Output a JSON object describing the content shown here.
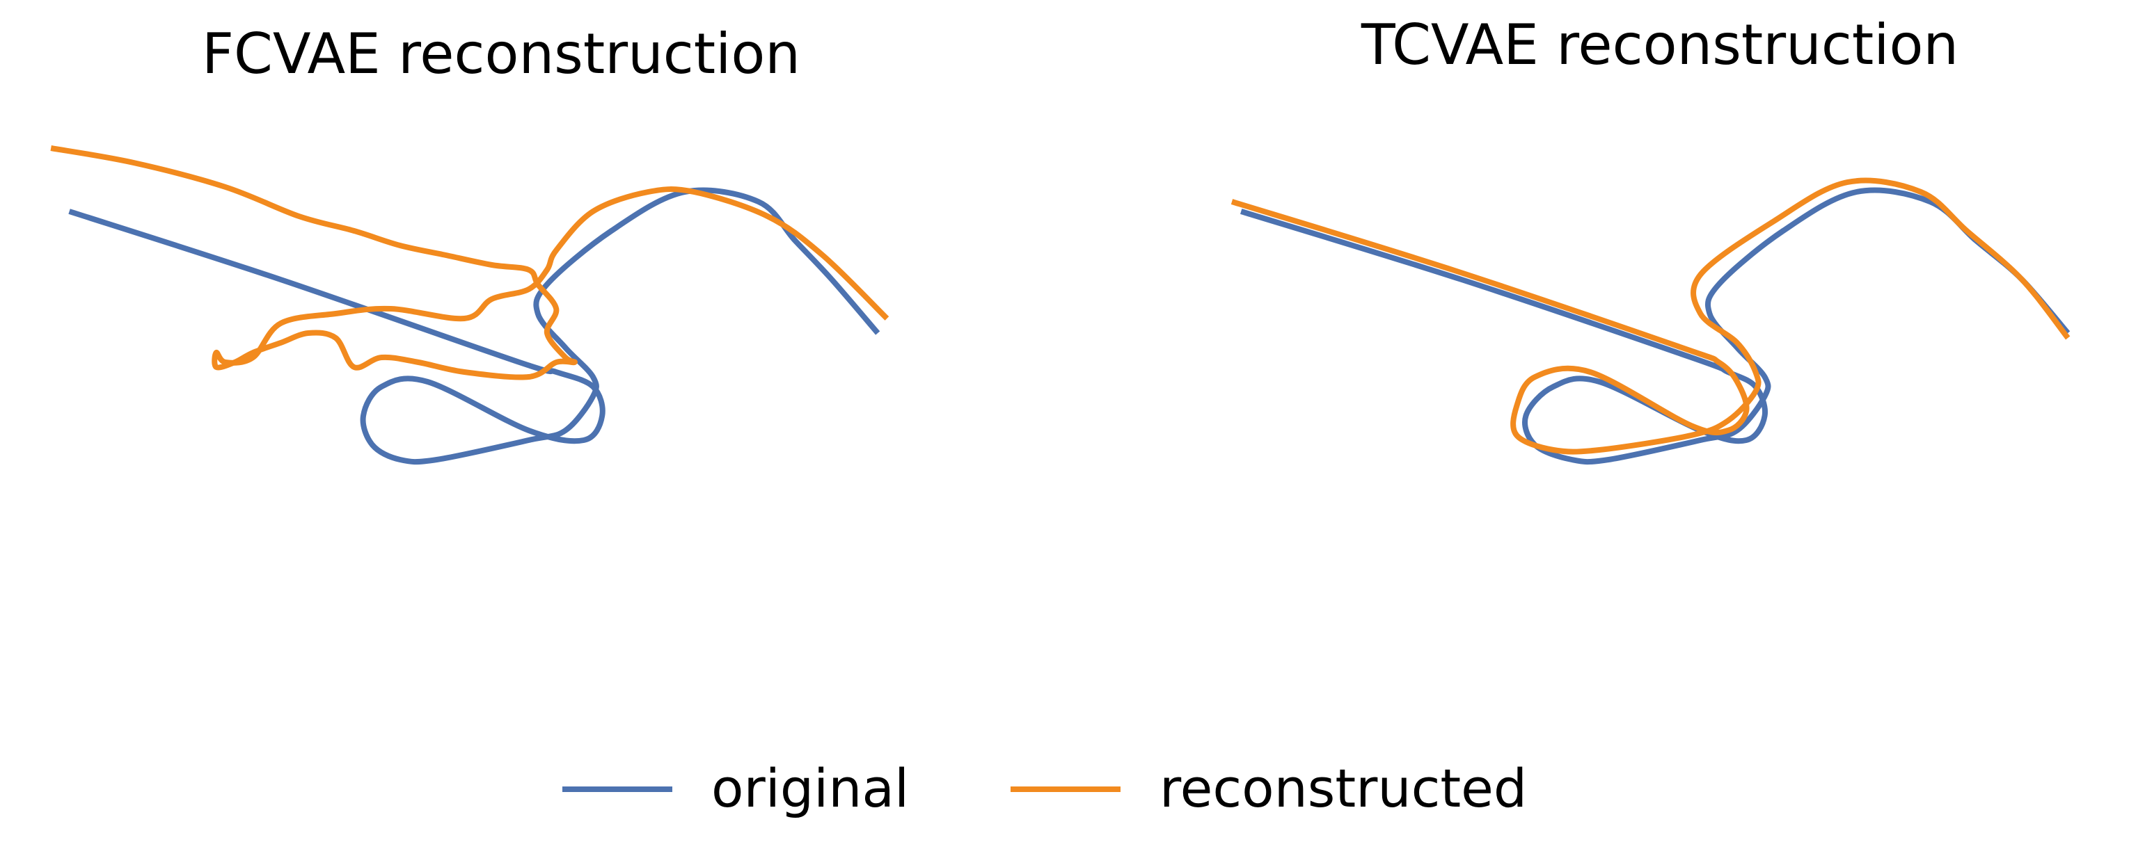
{
  "colors": {
    "original": "#4c72b0",
    "reconstructed": "#f28a1e"
  },
  "legend": {
    "placement": "bottom-center",
    "entries": [
      {
        "key": "original",
        "label": "original"
      },
      {
        "key": "reconstructed",
        "label": "reconstructed"
      }
    ]
  },
  "chart_data": [
    {
      "type": "line",
      "title": "FCVAE reconstruction",
      "xlabel": "",
      "ylabel": "",
      "axes_visible": false,
      "grid": false,
      "xlim": [
        0,
        1
      ],
      "ylim": [
        0,
        1
      ],
      "series": [
        {
          "name": "original",
          "color_key": "original",
          "points": [
            [
              0.03,
              0.78
            ],
            [
              0.26,
              0.64
            ],
            [
              0.52,
              0.47
            ],
            [
              0.56,
              0.45
            ],
            [
              0.6,
              0.42
            ],
            [
              0.61,
              0.36
            ],
            [
              0.59,
              0.31
            ],
            [
              0.53,
              0.33
            ],
            [
              0.42,
              0.43
            ],
            [
              0.37,
              0.42
            ],
            [
              0.35,
              0.36
            ],
            [
              0.36,
              0.3
            ],
            [
              0.39,
              0.27
            ],
            [
              0.43,
              0.27
            ],
            [
              0.53,
              0.31
            ],
            [
              0.57,
              0.33
            ],
            [
              0.6,
              0.4
            ],
            [
              0.6,
              0.44
            ],
            [
              0.57,
              0.5
            ],
            [
              0.54,
              0.57
            ],
            [
              0.55,
              0.63
            ],
            [
              0.62,
              0.74
            ],
            [
              0.7,
              0.82
            ],
            [
              0.78,
              0.8
            ],
            [
              0.82,
              0.72
            ],
            [
              0.86,
              0.64
            ],
            [
              0.91,
              0.53
            ]
          ]
        },
        {
          "name": "reconstructed",
          "color_key": "reconstructed",
          "points": [
            [
              0.01,
              0.91
            ],
            [
              0.1,
              0.88
            ],
            [
              0.2,
              0.83
            ],
            [
              0.28,
              0.77
            ],
            [
              0.34,
              0.74
            ],
            [
              0.39,
              0.71
            ],
            [
              0.44,
              0.69
            ],
            [
              0.49,
              0.67
            ],
            [
              0.53,
              0.66
            ],
            [
              0.54,
              0.63
            ],
            [
              0.56,
              0.58
            ],
            [
              0.55,
              0.53
            ],
            [
              0.57,
              0.48
            ],
            [
              0.58,
              0.47
            ],
            [
              0.56,
              0.47
            ],
            [
              0.53,
              0.44
            ],
            [
              0.46,
              0.45
            ],
            [
              0.41,
              0.47
            ],
            [
              0.37,
              0.48
            ],
            [
              0.34,
              0.46
            ],
            [
              0.32,
              0.52
            ],
            [
              0.29,
              0.53
            ],
            [
              0.26,
              0.51
            ],
            [
              0.23,
              0.49
            ],
            [
              0.21,
              0.47
            ],
            [
              0.19,
              0.46
            ],
            [
              0.19,
              0.49
            ],
            [
              0.2,
              0.47
            ],
            [
              0.23,
              0.48
            ],
            [
              0.26,
              0.55
            ],
            [
              0.32,
              0.57
            ],
            [
              0.38,
              0.58
            ],
            [
              0.46,
              0.56
            ],
            [
              0.49,
              0.6
            ],
            [
              0.53,
              0.62
            ],
            [
              0.55,
              0.66
            ],
            [
              0.56,
              0.7
            ],
            [
              0.6,
              0.78
            ],
            [
              0.66,
              0.82
            ],
            [
              0.71,
              0.82
            ],
            [
              0.79,
              0.77
            ],
            [
              0.85,
              0.69
            ],
            [
              0.92,
              0.56
            ]
          ]
        }
      ]
    },
    {
      "type": "line",
      "title": "TCVAE reconstruction",
      "xlabel": "",
      "ylabel": "",
      "axes_visible": false,
      "grid": false,
      "xlim": [
        0,
        1
      ],
      "ylim": [
        0,
        1
      ],
      "series": [
        {
          "name": "original",
          "color_key": "original",
          "points": [
            [
              0.01,
              0.78
            ],
            [
              0.25,
              0.64
            ],
            [
              0.5,
              0.48
            ],
            [
              0.54,
              0.45
            ],
            [
              0.57,
              0.42
            ],
            [
              0.58,
              0.36
            ],
            [
              0.56,
              0.31
            ],
            [
              0.51,
              0.33
            ],
            [
              0.4,
              0.43
            ],
            [
              0.35,
              0.42
            ],
            [
              0.32,
              0.36
            ],
            [
              0.33,
              0.3
            ],
            [
              0.37,
              0.27
            ],
            [
              0.41,
              0.27
            ],
            [
              0.51,
              0.31
            ],
            [
              0.55,
              0.33
            ],
            [
              0.58,
              0.4
            ],
            [
              0.58,
              0.44
            ],
            [
              0.55,
              0.5
            ],
            [
              0.52,
              0.57
            ],
            [
              0.53,
              0.63
            ],
            [
              0.6,
              0.74
            ],
            [
              0.68,
              0.82
            ],
            [
              0.76,
              0.8
            ],
            [
              0.81,
              0.72
            ],
            [
              0.86,
              0.64
            ],
            [
              0.91,
              0.53
            ]
          ]
        },
        {
          "name": "reconstructed",
          "color_key": "reconstructed",
          "points": [
            [
              0.0,
              0.8
            ],
            [
              0.24,
              0.66
            ],
            [
              0.49,
              0.5
            ],
            [
              0.53,
              0.47
            ],
            [
              0.55,
              0.43
            ],
            [
              0.56,
              0.37
            ],
            [
              0.54,
              0.33
            ],
            [
              0.5,
              0.34
            ],
            [
              0.39,
              0.45
            ],
            [
              0.33,
              0.44
            ],
            [
              0.31,
              0.38
            ],
            [
              0.31,
              0.32
            ],
            [
              0.35,
              0.29
            ],
            [
              0.4,
              0.29
            ],
            [
              0.5,
              0.32
            ],
            [
              0.54,
              0.35
            ],
            [
              0.57,
              0.41
            ],
            [
              0.57,
              0.45
            ],
            [
              0.55,
              0.51
            ],
            [
              0.51,
              0.57
            ],
            [
              0.51,
              0.65
            ],
            [
              0.59,
              0.76
            ],
            [
              0.67,
              0.84
            ],
            [
              0.75,
              0.82
            ],
            [
              0.8,
              0.74
            ],
            [
              0.86,
              0.64
            ],
            [
              0.91,
              0.52
            ]
          ]
        }
      ]
    }
  ]
}
